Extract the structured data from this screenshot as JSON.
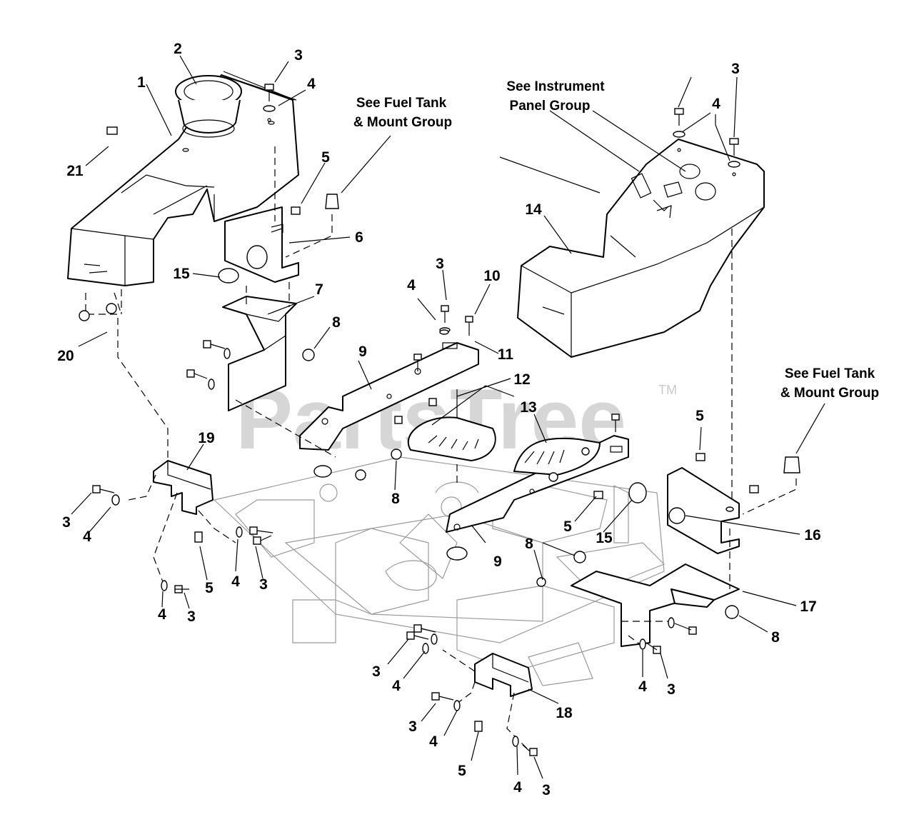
{
  "watermark": {
    "text": "PartsTree",
    "trademark": "TM"
  },
  "callouts": [
    {
      "text": [
        "See Fuel Tank",
        "& Mount Group"
      ]
    },
    {
      "text": [
        "See Instrument",
        "Panel Group"
      ]
    },
    {
      "text": [
        "See Fuel Tank",
        "& Mount Group"
      ]
    }
  ],
  "part_numbers": [
    "2",
    "3",
    "1",
    "4",
    "21",
    "5",
    "6",
    "15",
    "7",
    "8",
    "20",
    "3",
    "4",
    "10",
    "9",
    "11",
    "12",
    "13",
    "19",
    "3",
    "4",
    "5",
    "4",
    "3",
    "4",
    "3",
    "8",
    "3",
    "4",
    "14",
    "5",
    "5",
    "15",
    "16",
    "9",
    "8",
    "17",
    "8",
    "3",
    "4",
    "4",
    "3",
    "3",
    "4",
    "18",
    "5",
    "4",
    "3"
  ]
}
